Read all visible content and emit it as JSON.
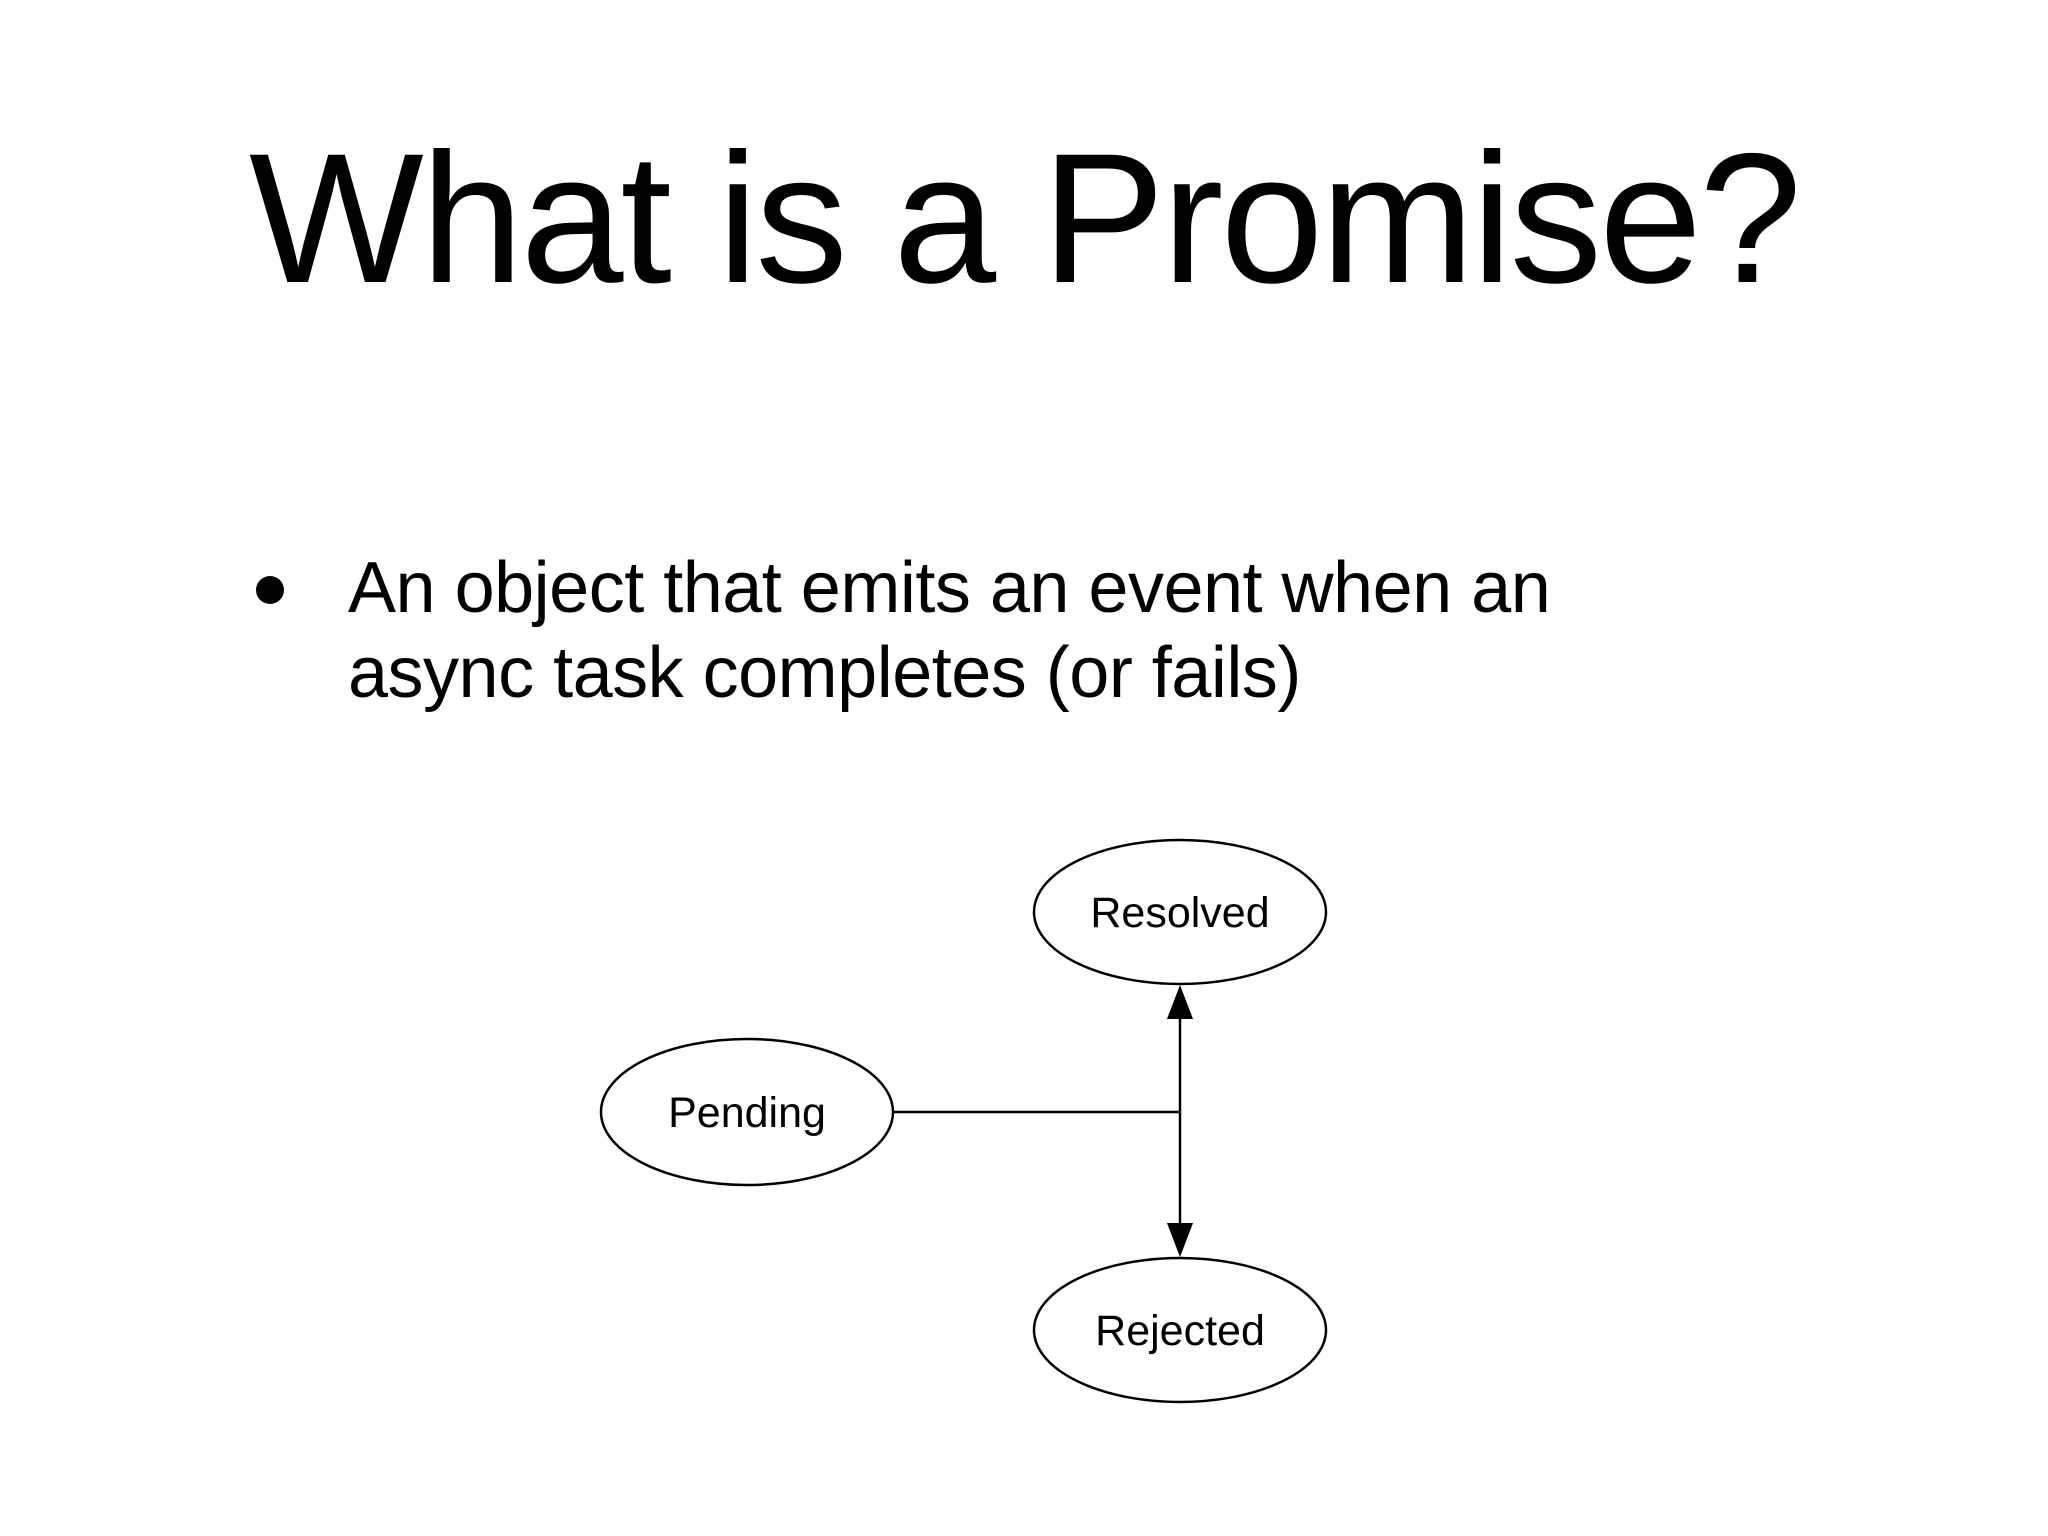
{
  "slide": {
    "title": "What is a Promise?",
    "bullets": [
      {
        "text": "An object that emits an event when an async task completes (or fails)"
      }
    ]
  },
  "diagram": {
    "nodes": [
      {
        "id": "resolved",
        "label": "Resolved"
      },
      {
        "id": "pending",
        "label": "Pending"
      },
      {
        "id": "rejected",
        "label": "Rejected"
      }
    ],
    "edges": [
      {
        "from": "pending",
        "to": "fork-junction",
        "style": "plain-line",
        "arrowheads": "none"
      },
      {
        "from": "fork-junction",
        "to": "resolved",
        "style": "line",
        "arrowheads": "end"
      },
      {
        "from": "fork-junction",
        "to": "rejected",
        "style": "line",
        "arrowheads": "end"
      }
    ]
  },
  "colors": {
    "background": "#ffffff",
    "text": "#000000",
    "diagram_stroke": "#000000"
  }
}
